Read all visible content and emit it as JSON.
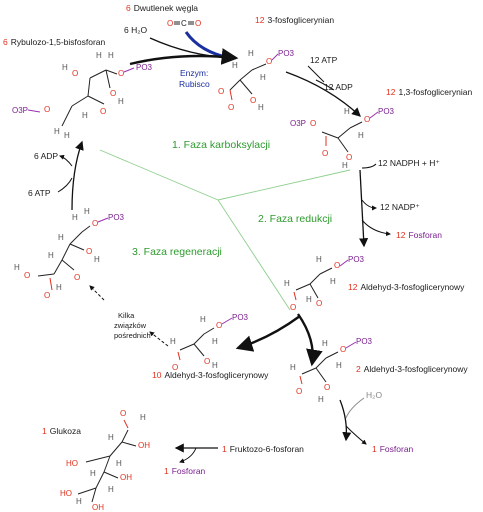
{
  "labels": {
    "co2_count": "6",
    "co2_name": "Dwutlenek węgla",
    "h2o_in": "6 H₂O",
    "co2_formula": "O═C═O",
    "enzyme_line1": "Enzym:",
    "enzyme_line2": "Rubisco",
    "pga_count": "12",
    "pga_name": "3-fosfoglicerynian",
    "rubp_count": "6",
    "rubp_name": "Rybulozo-1,5-bisfosforan",
    "atp_12": "12 ATP",
    "adp_12": "12 ADP",
    "bpg_count": "12",
    "bpg_name": "1,3-fosfoglicerynian",
    "nadph": "12 NADPH + H⁺",
    "nadp": "12 NADP⁺",
    "pi_12_count": "12",
    "pi_12_name": "Fosforan",
    "g3p12_count": "12",
    "g3p12_name": "Aldehyd-3-fosfoglicerynowy",
    "g3p2_count": "2",
    "g3p2_name": "Aldehyd-3-fosfoglicerynowy",
    "g3p10_count": "10",
    "g3p10_name": "Aldehyd-3-fosfoglicerynowy",
    "h2o_out": "H₂O",
    "pi_1a_count": "1",
    "pi_1a_name": "Fosforan",
    "f6p_count": "1",
    "f6p_name": "Fruktozo-6-fosforan",
    "glc_count": "1",
    "glc_name": "Glukoza",
    "pi_1b_count": "1",
    "pi_1b_name": "Fosforan",
    "adp_6": "6 ADP",
    "atp_6": "6 ATP",
    "intermediates_1": "Kilka",
    "intermediates_2": "związków",
    "intermediates_3": "pośrednich"
  },
  "phases": {
    "phase1": "1. Faza karboksylacji",
    "phase2": "2. Faza redukcji",
    "phase3": "3. Faza regeneracji"
  },
  "atoms": {
    "O": "O",
    "H": "H",
    "OH": "OH",
    "HO": "HO",
    "C": "C",
    "PO3": "PO3",
    "O3P": "O3P"
  },
  "colors": {
    "number": "#e0301e",
    "phase": "#2e9a2e",
    "enzyme": "#1a2fa0",
    "phosphate": "#7a1f8f",
    "oxygen": "#e0301e"
  }
}
